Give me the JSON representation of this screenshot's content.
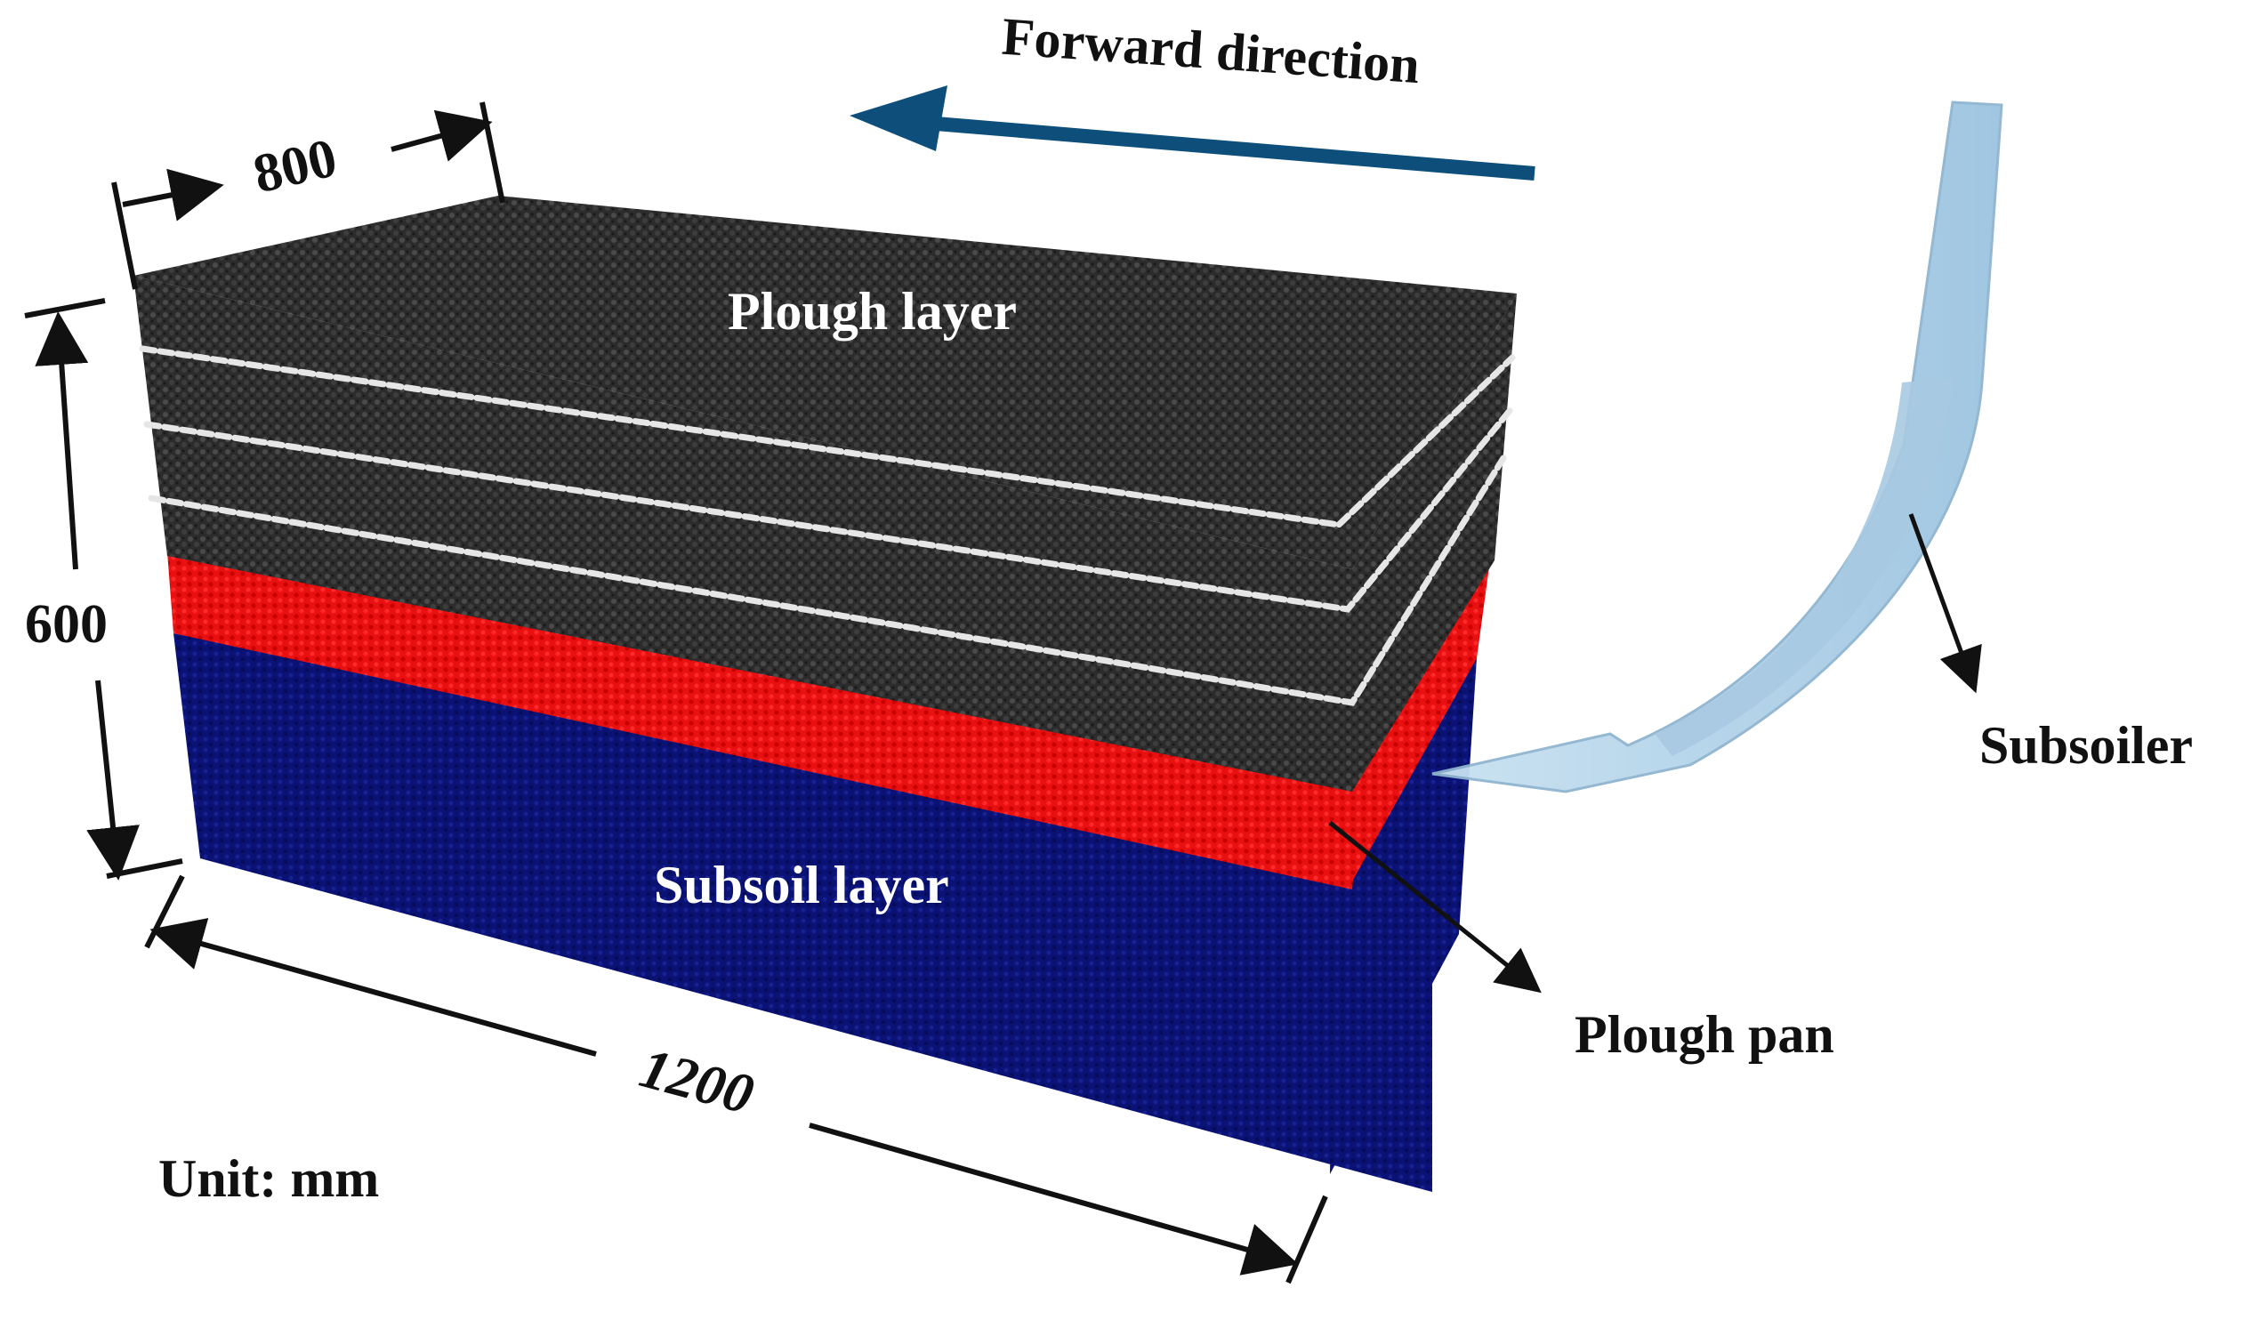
{
  "labels": {
    "forward_direction": "Forward direction",
    "plough_layer": "Plough layer",
    "subsoil_layer": "Subsoil layer",
    "plough_pan": "Plough pan",
    "subsoiler": "Subsoiler",
    "unit": "Unit: mm"
  },
  "dimensions": {
    "width": "800",
    "height": "600",
    "length": "1200"
  },
  "colors": {
    "plough_layer": "#2b2b2b",
    "plough_pan": "#ee1111",
    "subsoil_layer": "#0b1478",
    "tracer_bands": "#e8e8e8",
    "forward_arrow": "#0d4f7a",
    "subsoiler_tool": "#b7d7ec"
  }
}
